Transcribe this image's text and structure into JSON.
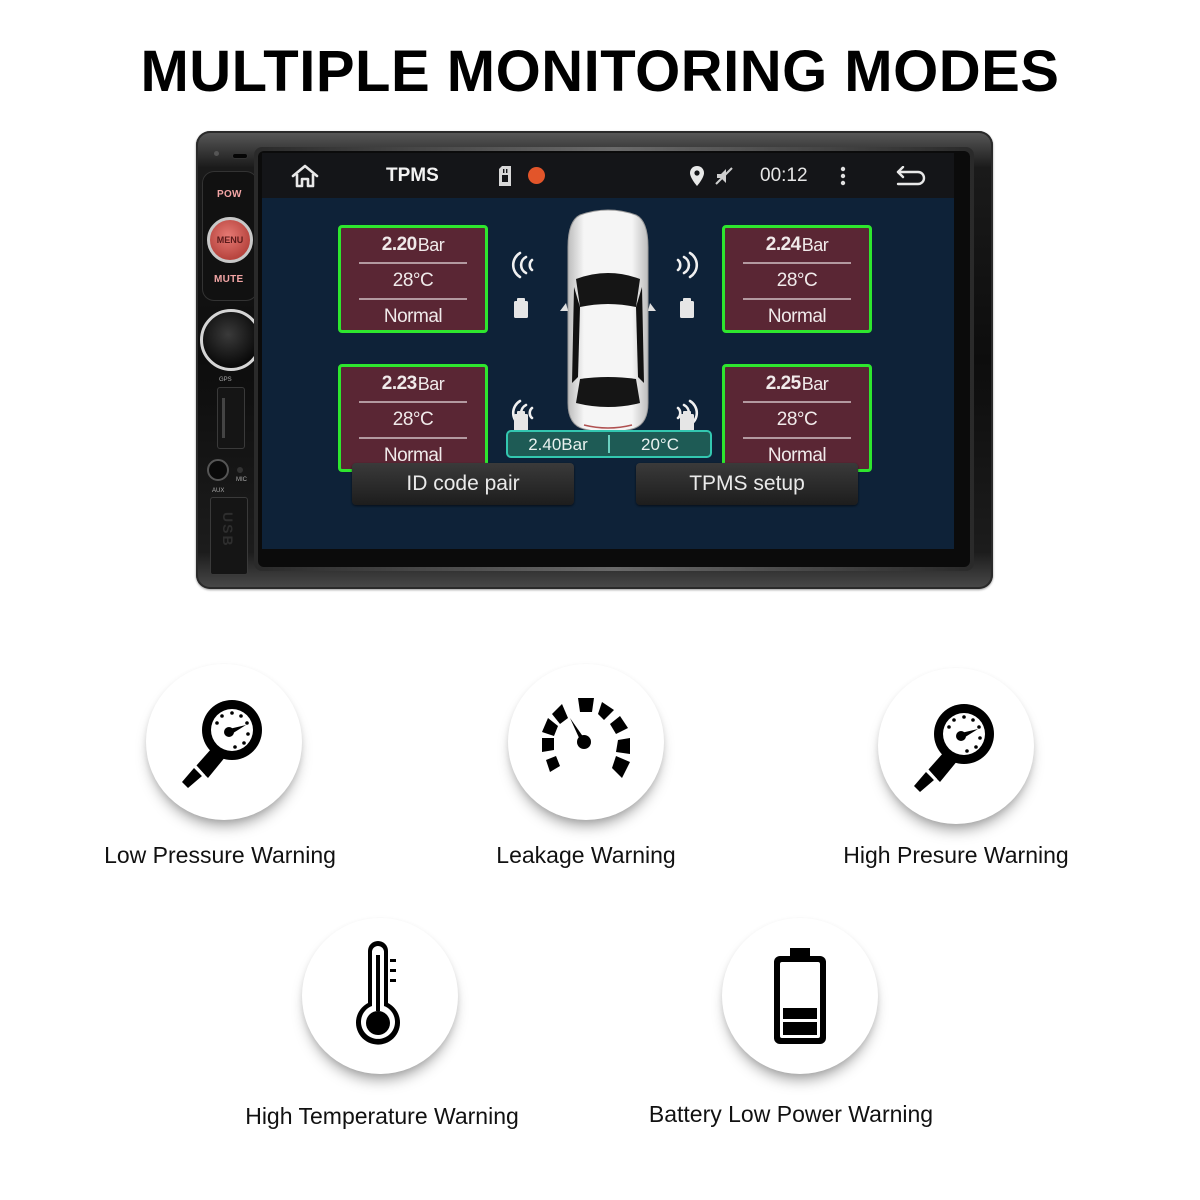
{
  "headline": "MULTIPLE MONITORING MODES",
  "device": {
    "controls": {
      "pow_label": "POW",
      "menu_label": "MENU",
      "mute_label": "MUTE",
      "gps_label": "GPS",
      "mic_label": "MIC",
      "aux_label": "AUX",
      "usb_label": "USB"
    },
    "statusbar": {
      "home_icon": "home-icon",
      "title": "TPMS",
      "sd_icon": "sd-card-icon",
      "record_icon": "record-dot-icon",
      "location_icon": "location-pin-icon",
      "mute_icon": "speaker-muted-icon",
      "time": "00:12",
      "menu_icon": "more-vertical-icon",
      "back_icon": "back-arrow-icon"
    },
    "tires": [
      {
        "position": "front-left",
        "pressure": "2.20",
        "unit": "Bar",
        "temperature": "28°C",
        "status": "Normal"
      },
      {
        "position": "front-right",
        "pressure": "2.24",
        "unit": "Bar",
        "temperature": "28°C",
        "status": "Normal"
      },
      {
        "position": "rear-left",
        "pressure": "2.23",
        "unit": "Bar",
        "temperature": "28°C",
        "status": "Normal"
      },
      {
        "position": "rear-right",
        "pressure": "2.25",
        "unit": "Bar",
        "temperature": "28°C",
        "status": "Normal"
      }
    ],
    "spare": {
      "pressure": "2.40Bar",
      "temperature": "20°C"
    },
    "buttons": {
      "id_pair": "ID code pair",
      "setup": "TPMS setup"
    },
    "colors": {
      "screen_bg": "#0e2238",
      "panel_bg": "#5a2634",
      "panel_border": "#2ee62e",
      "spare_bg": "#1e5b55",
      "spare_border": "#33c7b0"
    }
  },
  "features": [
    {
      "label": "Low Pressure Warning",
      "icon": "pressure-gauge-icon"
    },
    {
      "label": "Leakage Warning",
      "icon": "speedometer-icon"
    },
    {
      "label": "High Presure Warning",
      "icon": "pressure-gauge-icon"
    },
    {
      "label": "High Temperature Warning",
      "icon": "thermometer-icon"
    },
    {
      "label": "Battery Low Power Warning",
      "icon": "battery-low-icon"
    }
  ]
}
